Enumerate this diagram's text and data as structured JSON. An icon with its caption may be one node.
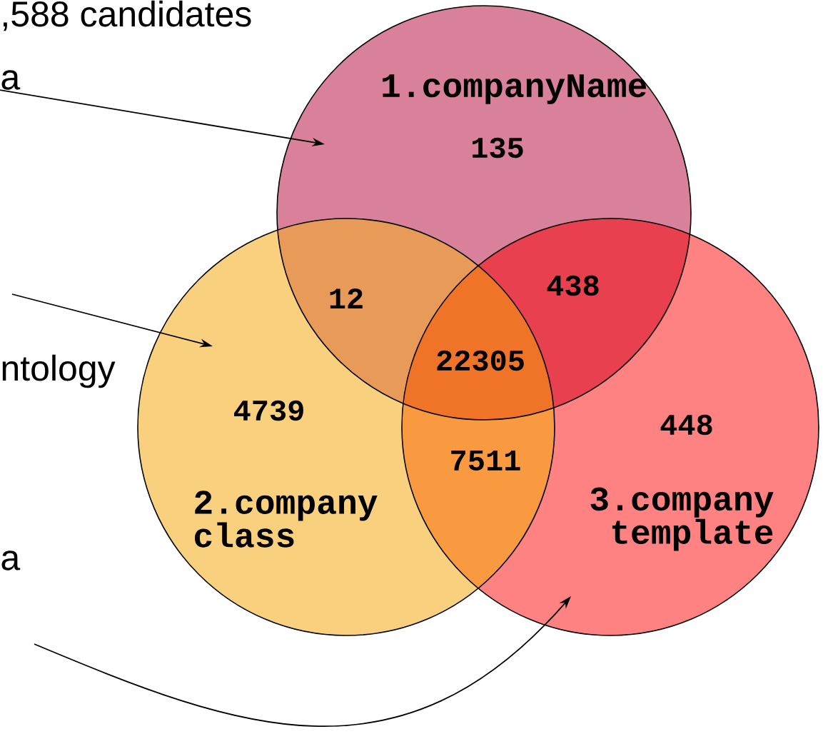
{
  "diagram": {
    "nodes": [
      {
        "text": [
          "1.companyName",
          "135"
        ]
      },
      {
        "text": [
          "4739",
          "2.company class"
        ]
      },
      {
        "text": [
          "448",
          "3.company template"
        ]
      },
      {
        "text": [
          "a"
        ]
      }
    ],
    "edges": [
      {
        "from": 3,
        "to": 0,
        "arrow": "to"
      },
      {
        "from": null,
        "to": 1,
        "arrow": "to"
      },
      {
        "from": null,
        "to": 2,
        "arrow": "to"
      }
    ],
    "labels": [
      ",588 candidates",
      "12",
      "438",
      "ntology",
      "22305",
      "7511",
      "a"
    ]
  }
}
